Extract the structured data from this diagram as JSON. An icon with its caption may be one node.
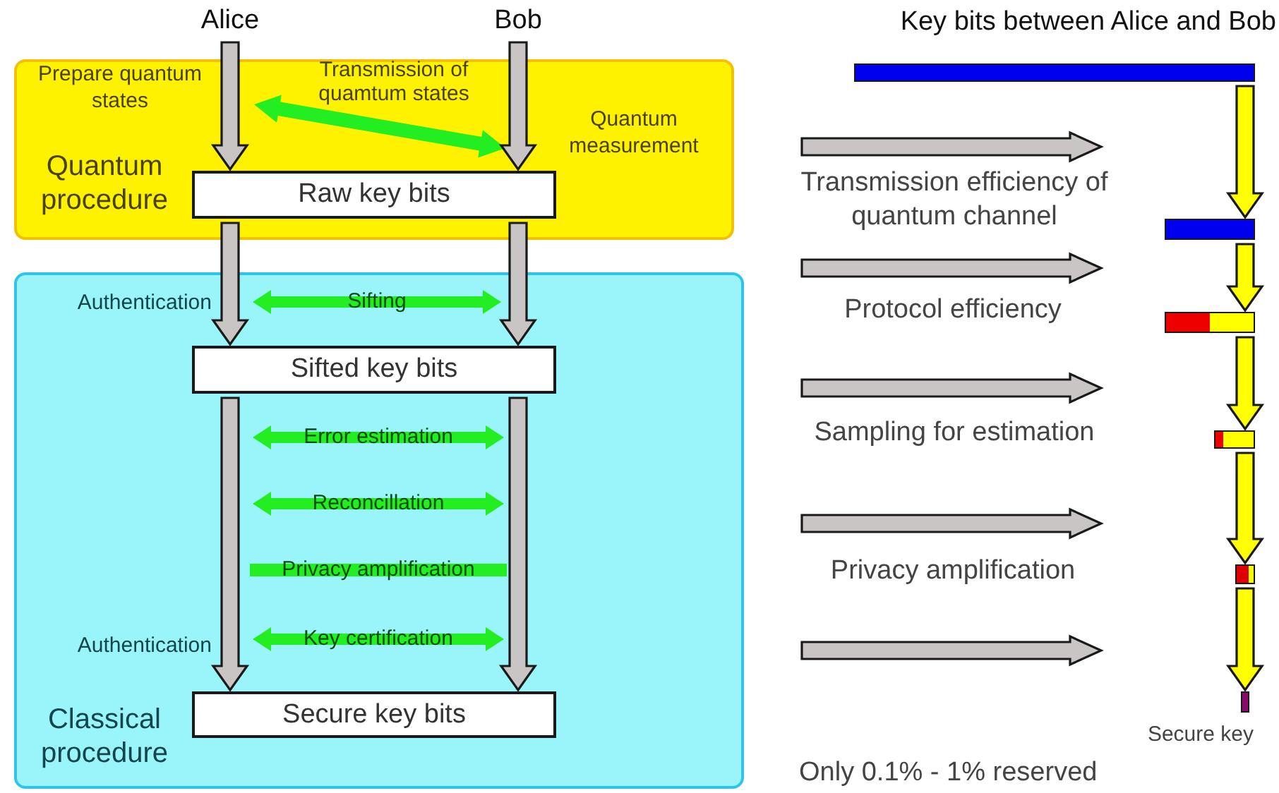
{
  "diagram": {
    "nodes": [
      {
        "text": [
          "Alice"
        ]
      },
      {
        "text": [
          "Bob"
        ]
      },
      {
        "text": [
          "Quantum procedure"
        ]
      },
      {
        "text": [
          "Transmission of quamtum states"
        ],
        "in": 2
      },
      {
        "text": [
          "Raw key bits"
        ],
        "in": 2
      },
      {
        "text": [
          "Classical procedure"
        ]
      },
      {
        "text": [
          "Sifting"
        ],
        "in": 5
      },
      {
        "text": [
          "Sifted key bits"
        ],
        "in": 5
      },
      {
        "text": [
          "Error estimation"
        ],
        "in": 5
      },
      {
        "text": [
          "Reconcillation"
        ],
        "in": 5
      },
      {
        "text": [
          "Privacy amplification"
        ],
        "in": 5
      },
      {
        "text": [
          "Key certification"
        ],
        "in": 5
      },
      {
        "text": [
          "Secure key bits"
        ],
        "in": 5
      },
      {
        "text": [],
        "shape": "bar"
      },
      {
        "text": [],
        "shape": "bar"
      },
      {
        "text": [],
        "shape": "bar"
      },
      {
        "text": [],
        "shape": "bar"
      },
      {
        "text": [],
        "shape": "bar"
      },
      {
        "text": [],
        "shape": "bar",
        "beside": [
          "Secure key"
        ]
      }
    ],
    "edges": [
      {
        "from": 0,
        "to": 4,
        "arrow": "to"
      },
      {
        "from": 1,
        "to": 4,
        "arrow": "to"
      },
      {
        "from": 4,
        "to": 7,
        "arrow": "to"
      },
      {
        "from": 4,
        "to": 7,
        "arrow": "to"
      },
      {
        "from": 7,
        "to": 12,
        "arrow": "to"
      },
      {
        "from": 7,
        "to": 12,
        "arrow": "to"
      },
      {
        "from": 13,
        "to": 14,
        "arrow": "to",
        "color": "#ffff00"
      },
      {
        "from": 14,
        "to": 15,
        "arrow": "to",
        "color": "#ffff00"
      },
      {
        "from": 15,
        "to": 16,
        "arrow": "to",
        "color": "#ffff00"
      },
      {
        "from": 16,
        "to": 17,
        "arrow": "to",
        "color": "#ffff00"
      },
      {
        "from": 17,
        "to": 18,
        "arrow": "to",
        "color": "#ffff00"
      }
    ],
    "labels": [
      "Prepare quantum states",
      "Quantum measurement",
      "Authentication",
      "Authentication",
      "Key bits between Alice and Bob",
      "Transmission efficiency of quantum channel",
      "Protocol efficiency",
      "Sampling for estimation",
      "Privacy amplification",
      "Only 0.1% - 1% reserved"
    ]
  }
}
